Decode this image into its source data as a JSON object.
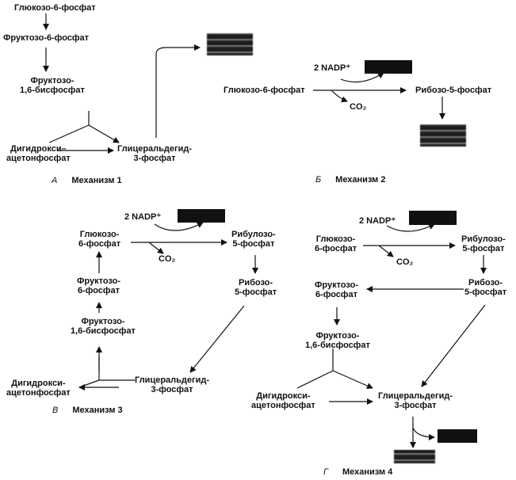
{
  "panelA": {
    "label": "А",
    "title": "Механизм 1",
    "g6p": "Глюкозо-6-фосфат",
    "f6p": "Фруктозо-6-фосфат",
    "f16bp": [
      "Фруктозо-",
      "1,6-бисфосфат"
    ],
    "dhap": [
      "Дигидрокси–",
      "ацетонфосфат"
    ],
    "g3p": [
      "Глицеральдегид-",
      "3-фосфат"
    ]
  },
  "panelB": {
    "label": "Б",
    "title": "Механизм 2",
    "nadp": "2 NADP⁺",
    "g6p": "Глюкозо-6-фосфат",
    "r5p": "Рибозо-5-фосфат",
    "co2": "CO₂"
  },
  "panelC": {
    "label": "В",
    "title": "Механизм 3",
    "nadp": "2 NADP⁺",
    "g6p": [
      "Глюкозо-",
      "6-фосфат"
    ],
    "ru5p": [
      "Рибулозо-",
      "5-фосфат"
    ],
    "r5p": [
      "Рибозо-",
      "5-фосфат"
    ],
    "co2": "CO₂",
    "f6p": [
      "Фруктозо-",
      "6-фосфат"
    ],
    "f16bp": [
      "Фруктозо-",
      "1,6-бисфосфат"
    ],
    "dhap": [
      "Дигидрокси-",
      "ацетонфосфат"
    ],
    "g3p": [
      "Глицеральдегид-",
      "3-фосфат"
    ]
  },
  "panelD": {
    "label": "Г",
    "title": "Механизм 4",
    "nadp": "2 NADP⁺",
    "g6p": [
      "Глюкозо-",
      "6-фосфат"
    ],
    "ru5p": [
      "Рибулозо-",
      "5-фосфат"
    ],
    "r5p": [
      "Рибозо-",
      "5-фосфат"
    ],
    "co2": "CO₂",
    "f6p": [
      "Фруктозо-",
      "6-фосфат"
    ],
    "f16bp": [
      "Фруктозо-",
      "1,6-бисфосфат"
    ],
    "dhap": [
      "Дигидрокси-",
      "ацетонфосфат"
    ],
    "g3p": [
      "Глицеральдегид-",
      "3-фосфат"
    ]
  },
  "colors": {
    "ink": "#111111",
    "background": "#ffffff"
  }
}
